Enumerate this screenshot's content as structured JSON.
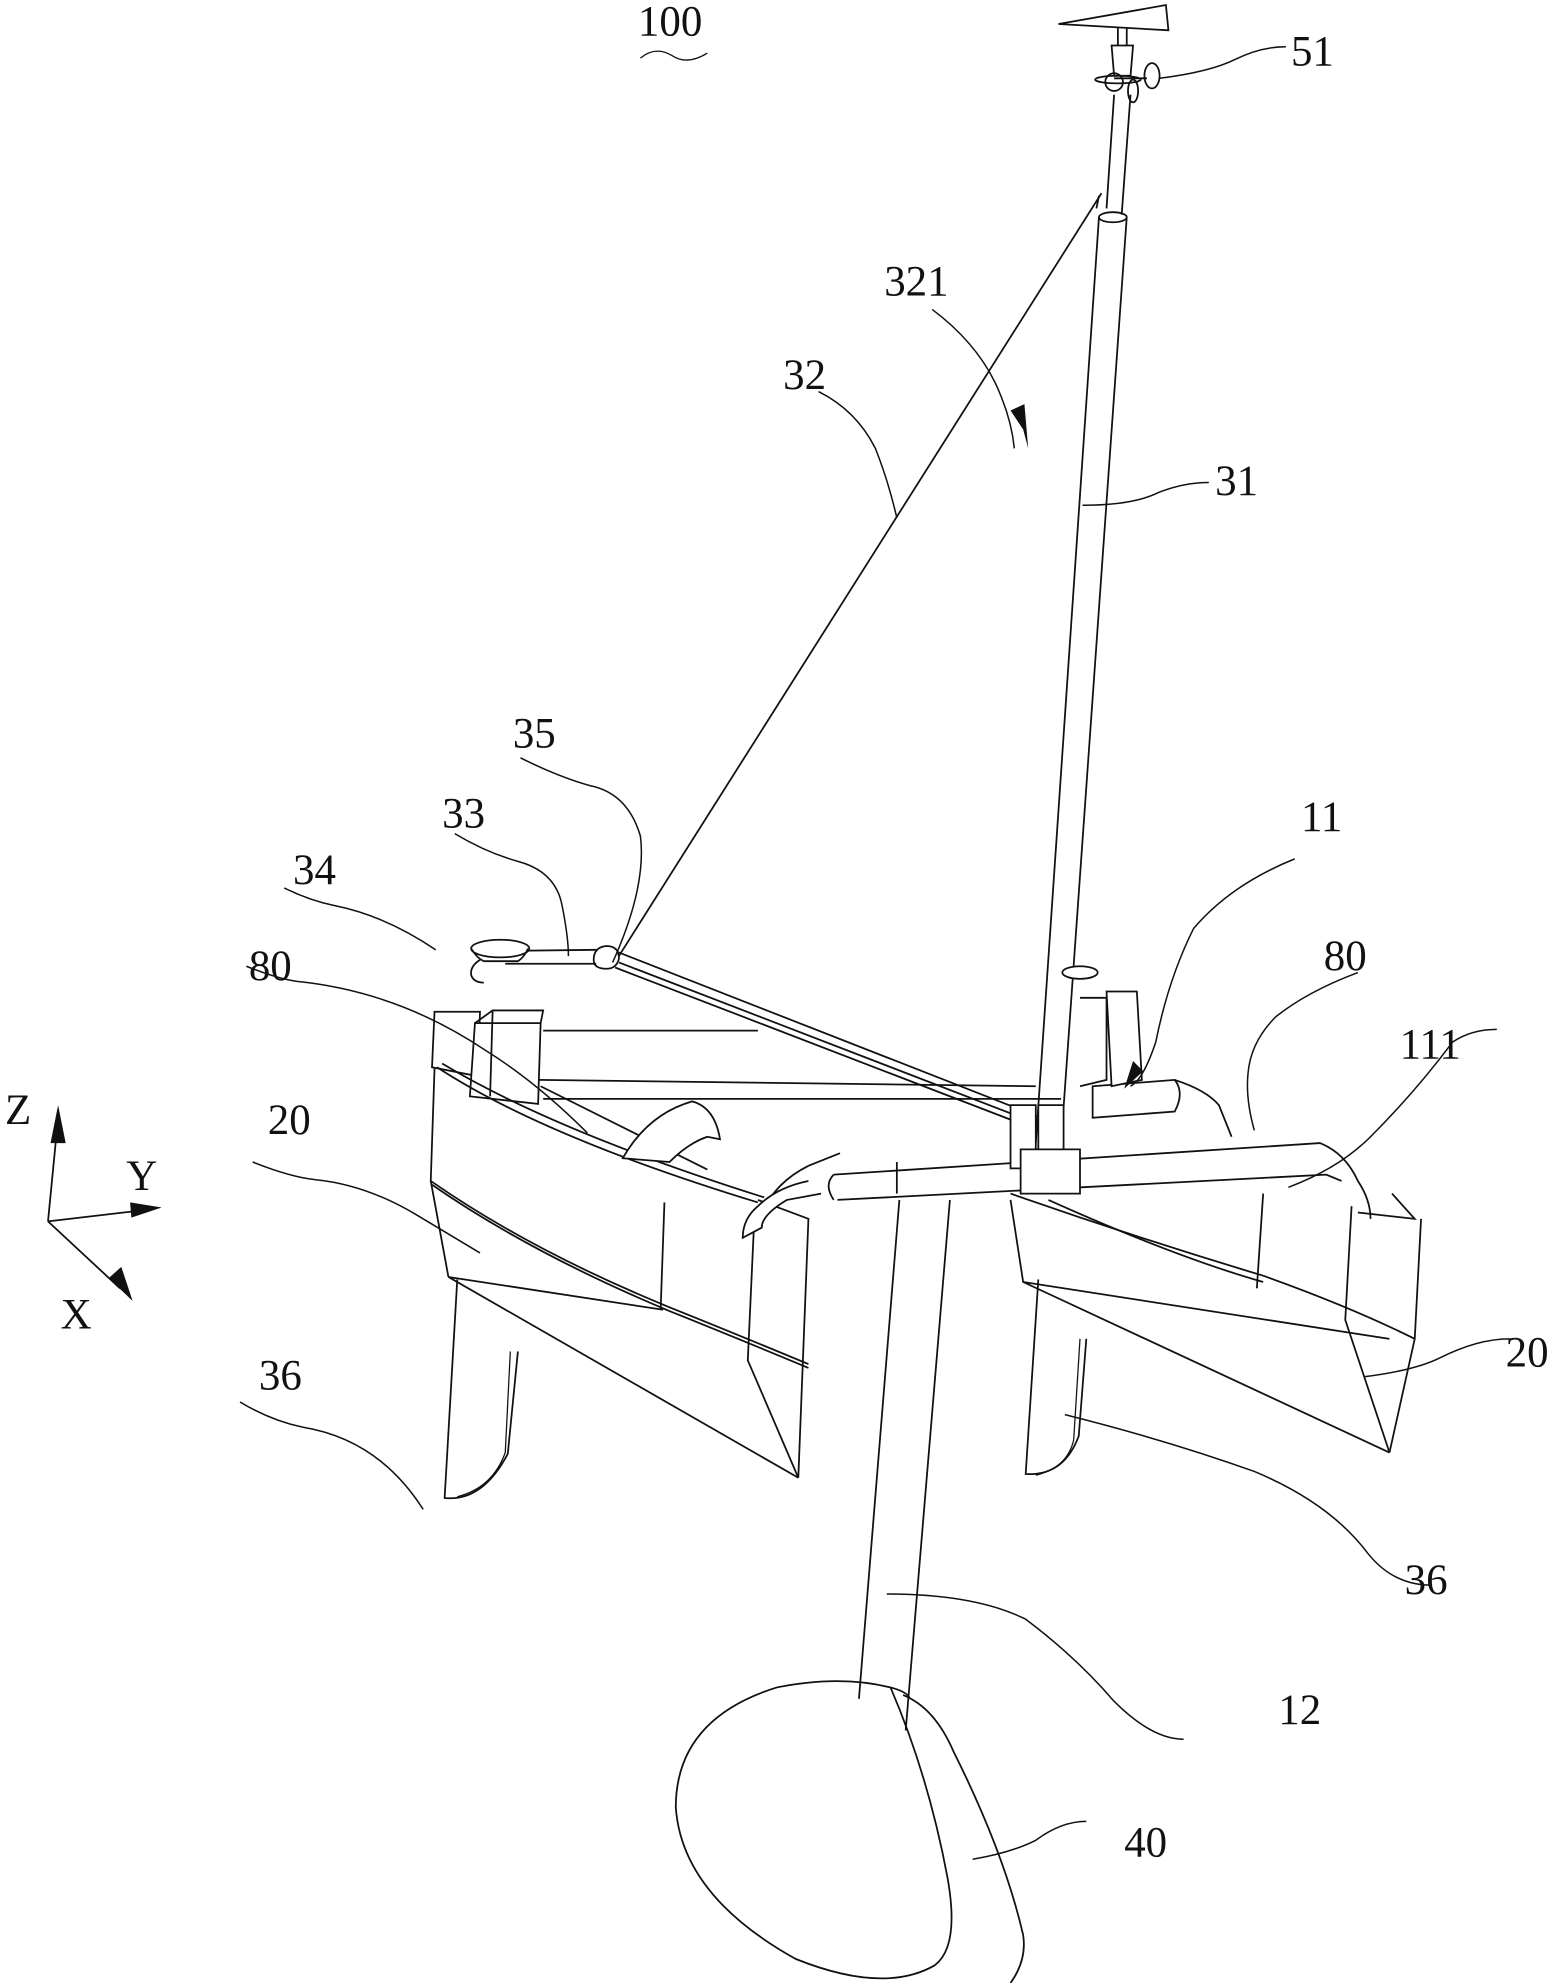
{
  "figure": {
    "reference_numeral": "100",
    "description": "Perspective view of a catamaran-style sailing drone with mast, sail, hulls, fins and underwater disc",
    "axes": {
      "z": "Z",
      "y": "Y",
      "x": "X"
    },
    "labels": {
      "l51": "51",
      "l321": "321",
      "l32": "32",
      "l31": "31",
      "l35": "35",
      "l33": "33",
      "l34": "34",
      "l11": "11",
      "l80_left": "80",
      "l80_right": "80",
      "l111": "111",
      "l20_left": "20",
      "l20_right": "20",
      "l36_left": "36",
      "l36_right": "36",
      "l12": "12",
      "l40": "40"
    },
    "colors": {
      "ink": "#111111",
      "paper": "#ffffff"
    }
  }
}
